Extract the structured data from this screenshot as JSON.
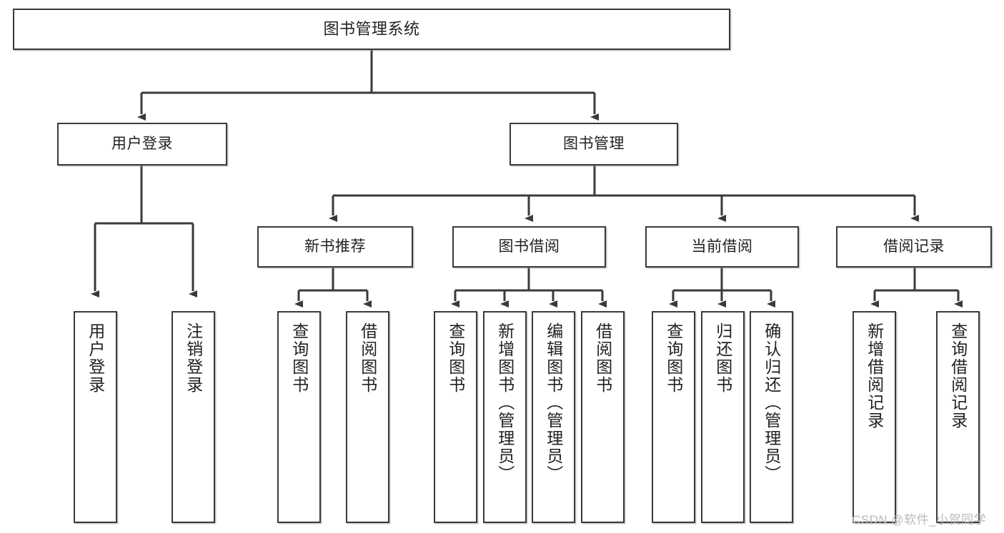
{
  "diagram": {
    "title": "图书管理系统",
    "type": "tree-hierarchy",
    "watermark": "CSDN @软件_小贺同学",
    "colors": {
      "border": "#3a3a3a",
      "background": "#ffffff",
      "text": "#222222",
      "watermark": "#b9b9b9"
    },
    "levels": {
      "root": {
        "label": "图书管理系统"
      },
      "level2": [
        {
          "label": "用户登录"
        },
        {
          "label": "图书管理"
        }
      ],
      "level3": [
        {
          "label": "新书推荐"
        },
        {
          "label": "图书借阅"
        },
        {
          "label": "当前借阅"
        },
        {
          "label": "借阅记录"
        }
      ],
      "leaves": {
        "user_login": [
          {
            "label": "用户登录"
          },
          {
            "label": "注销登录"
          }
        ],
        "new_book_recommend": [
          {
            "label": "查询图书"
          },
          {
            "label": "借阅图书"
          }
        ],
        "book_borrow": [
          {
            "label": "查询图书"
          },
          {
            "label": "新增图书（管理员）"
          },
          {
            "label": "编辑图书（管理员）"
          },
          {
            "label": "借阅图书"
          }
        ],
        "current_borrow": [
          {
            "label": "查询图书"
          },
          {
            "label": "归还图书"
          },
          {
            "label": "确认归还（管理员）"
          }
        ],
        "borrow_record": [
          {
            "label": "新增借阅记录"
          },
          {
            "label": "查询借阅记录"
          }
        ]
      }
    }
  }
}
